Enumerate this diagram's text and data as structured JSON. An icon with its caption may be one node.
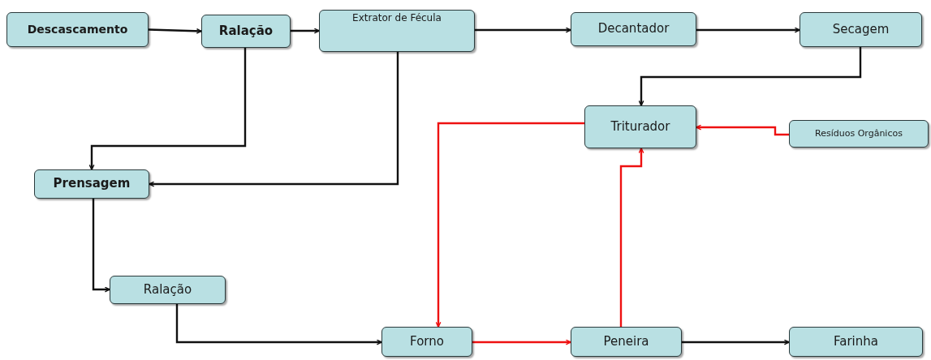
{
  "diagram": {
    "nodes": [
      {
        "text": [
          "Descascamento"
        ]
      },
      {
        "text": [
          "Ralação"
        ]
      },
      {
        "text": [
          "Extrator de Fécula"
        ]
      },
      {
        "text": [
          "Decantador"
        ]
      },
      {
        "text": [
          "Secagem"
        ]
      },
      {
        "text": [
          "Triturador"
        ]
      },
      {
        "text": [
          "Resíduos Orgânicos"
        ]
      },
      {
        "text": [
          "Prensagem"
        ]
      },
      {
        "text": [
          "Ralação"
        ]
      },
      {
        "text": [
          "Forno"
        ]
      },
      {
        "text": [
          "Peneira"
        ]
      },
      {
        "text": [
          "Farinha"
        ]
      }
    ],
    "edges": [
      {
        "from": 0,
        "to": 1,
        "arrow": "to"
      },
      {
        "from": 1,
        "to": 2,
        "arrow": "to"
      },
      {
        "from": 2,
        "to": 3,
        "arrow": "to"
      },
      {
        "from": 3,
        "to": 4,
        "arrow": "to"
      },
      {
        "from": 4,
        "to": 5,
        "arrow": "to"
      },
      {
        "from": 1,
        "to": 7,
        "arrow": "to"
      },
      {
        "from": 2,
        "to": 7,
        "arrow": "to"
      },
      {
        "from": 7,
        "to": 8,
        "arrow": "to"
      },
      {
        "from": 8,
        "to": 9,
        "arrow": "to"
      },
      {
        "from": 9,
        "to": 10,
        "arrow": "to",
        "color": "#ee1111"
      },
      {
        "from": 10,
        "to": 11,
        "arrow": "to"
      },
      {
        "from": 6,
        "to": 5,
        "arrow": "to",
        "color": "#ee1111"
      },
      {
        "from": 5,
        "to": 9,
        "arrow": "to",
        "color": "#ee1111"
      },
      {
        "from": 10,
        "to": 5,
        "arrow": "to",
        "color": "#ee1111"
      }
    ]
  }
}
